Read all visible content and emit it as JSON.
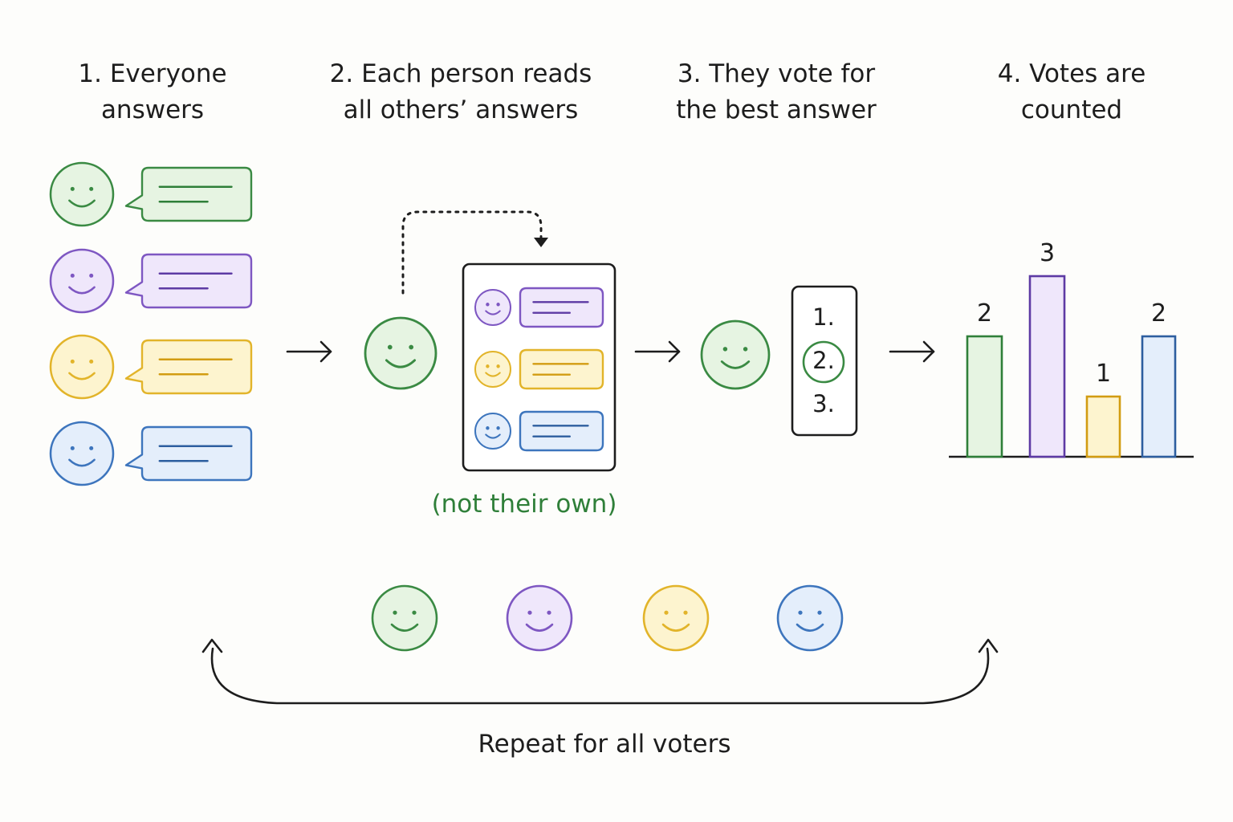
{
  "colors": {
    "green": {
      "stroke": "#3a8a43",
      "fill": "#e6f4e2",
      "line": "#2f7f39"
    },
    "purple": {
      "stroke": "#7e57c2",
      "fill": "#efe7fb",
      "line": "#5d3aa4"
    },
    "yellow": {
      "stroke": "#e2b42a",
      "fill": "#fdf4cf",
      "line": "#d29c12"
    },
    "blue": {
      "stroke": "#3d75bd",
      "fill": "#e4eefb",
      "line": "#2d5e9f"
    },
    "ink": "#1d1d1d",
    "note": "#2f7f39"
  },
  "steps": [
    {
      "title": "1. Everyone\nanswers"
    },
    {
      "title": "2. Each person reads\nall others’ answers"
    },
    {
      "title": "3. They vote for\nthe best answer"
    },
    {
      "title": "4. Votes are\ncounted"
    }
  ],
  "excluded_note": "(not their own)",
  "ballot": {
    "items": [
      "1.",
      "2.",
      "3."
    ],
    "selected_index": 1
  },
  "votes": {
    "bars": [
      {
        "color": "green",
        "value": 2,
        "label": "2"
      },
      {
        "color": "purple",
        "value": 3,
        "label": "3"
      },
      {
        "color": "yellow",
        "value": 1,
        "label": "1"
      },
      {
        "color": "blue",
        "value": 2,
        "label": "2"
      }
    ],
    "max": 3
  },
  "voters": [
    "green",
    "purple",
    "yellow",
    "blue"
  ],
  "repeat_label": "Repeat for all voters"
}
